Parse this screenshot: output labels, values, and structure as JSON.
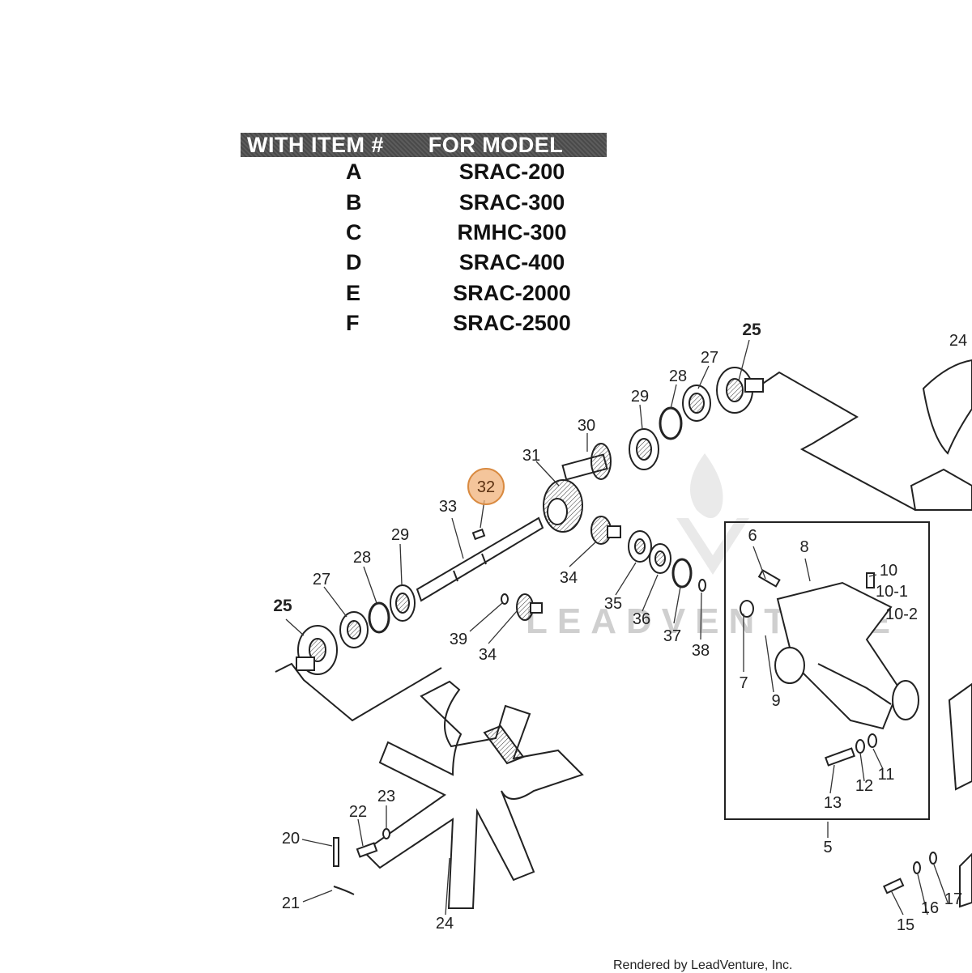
{
  "model_table": {
    "header_item": "WITH ITEM #",
    "header_model": "FOR MODEL",
    "rows": [
      {
        "item": "A",
        "model": "SRAC-200"
      },
      {
        "item": "B",
        "model": "SRAC-300"
      },
      {
        "item": "C",
        "model": "RMHC-300"
      },
      {
        "item": "D",
        "model": "SRAC-400"
      },
      {
        "item": "E",
        "model": "SRAC-2000"
      },
      {
        "item": "F",
        "model": "SRAC-2500"
      }
    ]
  },
  "highlighted_part": "32",
  "highlight_color": "#e8a060",
  "watermark": "LEADVENTURE",
  "footer": "Rendered by LeadVenture, Inc.",
  "callouts": [
    {
      "id": "25a",
      "text": "25",
      "bold": true
    },
    {
      "id": "24a",
      "text": "24"
    },
    {
      "id": "27a",
      "text": "27"
    },
    {
      "id": "28a",
      "text": "28"
    },
    {
      "id": "29a",
      "text": "29"
    },
    {
      "id": "30",
      "text": "30"
    },
    {
      "id": "31",
      "text": "31"
    },
    {
      "id": "32",
      "text": "32"
    },
    {
      "id": "33",
      "text": "33"
    },
    {
      "id": "34a",
      "text": "34"
    },
    {
      "id": "35",
      "text": "35"
    },
    {
      "id": "36",
      "text": "36"
    },
    {
      "id": "37",
      "text": "37"
    },
    {
      "id": "38",
      "text": "38"
    },
    {
      "id": "29b",
      "text": "29"
    },
    {
      "id": "28b",
      "text": "28"
    },
    {
      "id": "27b",
      "text": "27"
    },
    {
      "id": "25b",
      "text": "25",
      "bold": true
    },
    {
      "id": "39",
      "text": "39"
    },
    {
      "id": "34b",
      "text": "34"
    },
    {
      "id": "6",
      "text": "6"
    },
    {
      "id": "8",
      "text": "8"
    },
    {
      "id": "10",
      "text": "10"
    },
    {
      "id": "10-1",
      "text": "10-1"
    },
    {
      "id": "10-2",
      "text": "10-2"
    },
    {
      "id": "7a",
      "text": "7"
    },
    {
      "id": "9",
      "text": "9"
    },
    {
      "id": "13",
      "text": "13"
    },
    {
      "id": "12",
      "text": "12"
    },
    {
      "id": "11",
      "text": "11"
    },
    {
      "id": "5",
      "text": "5"
    },
    {
      "id": "20",
      "text": "20"
    },
    {
      "id": "22",
      "text": "22"
    },
    {
      "id": "23",
      "text": "23"
    },
    {
      "id": "21",
      "text": "21"
    },
    {
      "id": "24b",
      "text": "24"
    },
    {
      "id": "15",
      "text": "15"
    },
    {
      "id": "16",
      "text": "16"
    },
    {
      "id": "17",
      "text": "17"
    }
  ]
}
